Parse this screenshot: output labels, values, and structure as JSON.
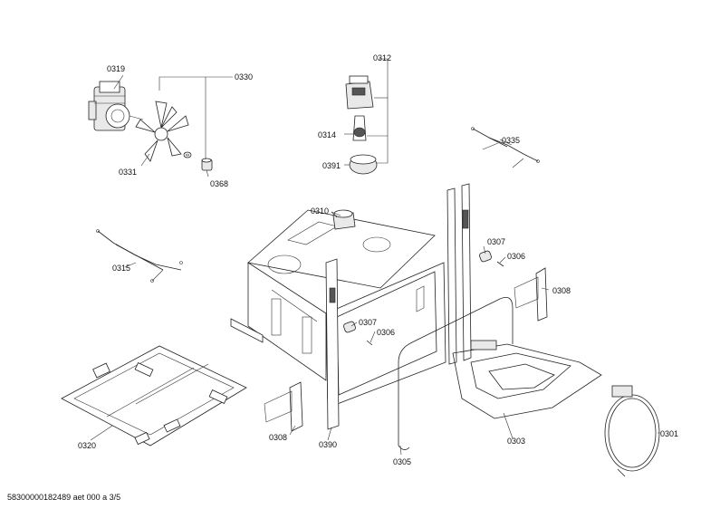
{
  "parts": [
    {
      "id": "p0319",
      "label": "0319"
    },
    {
      "id": "p0330",
      "label": "0330"
    },
    {
      "id": "p0331",
      "label": "0331"
    },
    {
      "id": "p0368",
      "label": "0368"
    },
    {
      "id": "p0312",
      "label": "0312"
    },
    {
      "id": "p0314",
      "label": "0314"
    },
    {
      "id": "p0391",
      "label": "0391"
    },
    {
      "id": "p0335",
      "label": "0335"
    },
    {
      "id": "p0310",
      "label": "0310"
    },
    {
      "id": "p0307a",
      "label": "0307"
    },
    {
      "id": "p0306a",
      "label": "0306"
    },
    {
      "id": "p0308a",
      "label": "0308"
    },
    {
      "id": "p0315",
      "label": "0315"
    },
    {
      "id": "p0307b",
      "label": "0307"
    },
    {
      "id": "p0306b",
      "label": "0306"
    },
    {
      "id": "p0320",
      "label": "0320"
    },
    {
      "id": "p0308b",
      "label": "0308"
    },
    {
      "id": "p0390",
      "label": "0390"
    },
    {
      "id": "p0305",
      "label": "0305"
    },
    {
      "id": "p0303",
      "label": "0303"
    },
    {
      "id": "p0301",
      "label": "0301"
    }
  ],
  "footer": "58300000182489 aet 000 a 3/5"
}
